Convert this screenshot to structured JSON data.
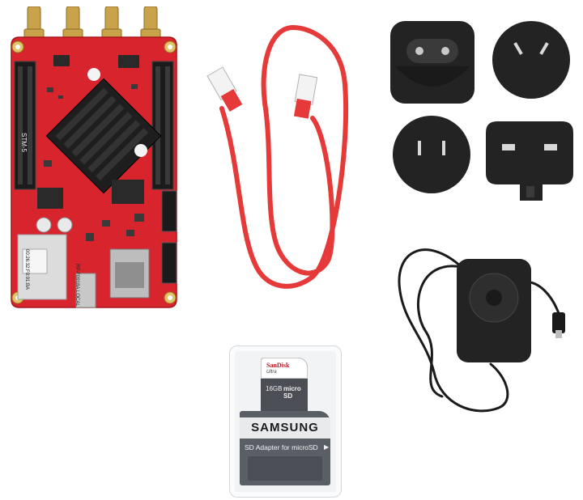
{
  "board": {
    "silkscreen_stm": "STM-5",
    "silkscreen_ip": "RP-F0918A.LOCAL",
    "silkscreen_mac": "00:26:32:F0:91:BA"
  },
  "sd_card": {
    "brand": "SanDisk",
    "line": "Ultra",
    "capacity": "16GB",
    "logo": "micro SD"
  },
  "sd_adapter": {
    "brand": "SAMSUNG",
    "caption": "SD Adapter for microSD",
    "arrow": "▶"
  },
  "colors": {
    "board_red": "#d8242c",
    "cable_red": "#e63a3a",
    "heatsink": "#1e1e1e",
    "adapter_black": "#232323"
  }
}
